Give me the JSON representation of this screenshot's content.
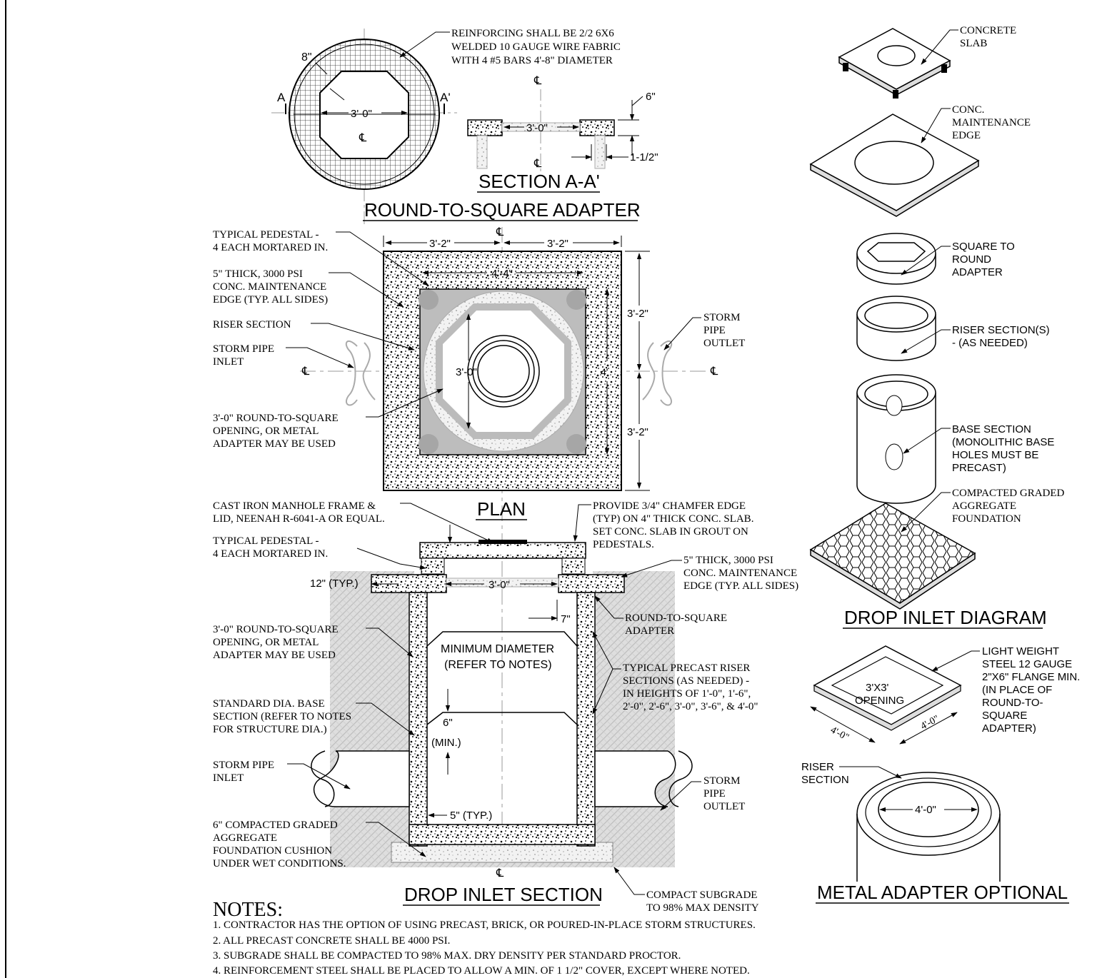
{
  "adapter": {
    "reinforcing": [
      "REINFORCING SHALL BE 2/2 6X6",
      "WELDED 10 GAUGE WIRE FABRIC",
      "WITH 4 #5 BARS 4'-8\" DIAMETER"
    ],
    "dim_8": "8\"",
    "dim_opening": "3'-0\"",
    "section_a": "A",
    "section_a_prime": "A'",
    "cl": "℄",
    "dim_6": "6\"",
    "dim_1_5": "1-1/2\"",
    "section_title": "SECTION A-A'",
    "title": "ROUND-TO-SQUARE ADAPTER"
  },
  "plan": {
    "dim_top_left": "3'-2\"",
    "dim_top_right": "3'-2\"",
    "dim_inner": "4'-4\"",
    "dim_right_upper": "3'-2\"",
    "dim_right_lower": "3'-2\"",
    "dim_center": "3'-0\"",
    "dim_4": "4'",
    "label_pedestal": [
      "TYPICAL PEDESTAL -",
      "4 EACH MORTARED IN."
    ],
    "label_edge": [
      "5\" THICK, 3000 PSI",
      "CONC. MAINTENANCE",
      "EDGE (TYP. ALL SIDES)"
    ],
    "label_riser": "RISER SECTION",
    "label_inlet": [
      "STORM PIPE",
      "INLET"
    ],
    "label_outlet": [
      "STORM",
      "PIPE",
      "OUTLET"
    ],
    "label_opening": [
      "3'-0\" ROUND-TO-SQUARE",
      "OPENING, OR METAL",
      "ADAPTER MAY BE USED"
    ],
    "title": "PLAN"
  },
  "section": {
    "label_frame": [
      "CAST IRON MANHOLE FRAME &",
      "LID, NEENAH R-6041-A OR EQUAL."
    ],
    "label_pedestal": [
      "TYPICAL PEDESTAL -",
      "4 EACH MORTARED IN."
    ],
    "label_chamfer": [
      "PROVIDE 3/4\" CHAMFER EDGE",
      "(TYP) ON 4\" THICK CONC. SLAB.",
      "SET CONC. SLAB IN GROUT ON",
      "PEDESTALS."
    ],
    "label_edge": [
      "5\" THICK, 3000 PSI",
      "CONC. MAINTENANCE",
      "EDGE (TYP. ALL SIDES)"
    ],
    "dim_12": "12\" (TYP.)",
    "dim_opening": "3'-0\"",
    "dim_7": "7\"",
    "label_adapter": [
      "ROUND-TO-SQUARE",
      "ADAPTER"
    ],
    "label_opening": [
      "3'-0\" ROUND-TO-SQUARE",
      "OPENING, OR METAL",
      "ADAPTER MAY BE USED"
    ],
    "label_min_dia": [
      "MINIMUM DIAMETER",
      "(REFER TO NOTES)"
    ],
    "label_risers": [
      "TYPICAL PRECAST RISER",
      "SECTIONS (AS NEEDED) -",
      "IN HEIGHTS OF 1'-0\", 1'-6\",",
      "2'-0\", 2'-6\", 3'-0\", 3'-6\", & 4'-0\""
    ],
    "label_base": [
      "STANDARD DIA. BASE",
      "SECTION (REFER TO NOTES",
      "FOR STRUCTURE DIA.)"
    ],
    "dim_6min": [
      "6\"",
      "(MIN.)"
    ],
    "label_inlet": [
      "STORM PIPE",
      "INLET"
    ],
    "label_outlet": [
      "STORM",
      "PIPE",
      "OUTLET"
    ],
    "dim_5typ": "5\" (TYP.)",
    "label_foundation": [
      "6\" COMPACTED GRADED",
      "AGGREGATE",
      "FOUNDATION CUSHION",
      "UNDER WET CONDITIONS."
    ],
    "label_subgrade": [
      "COMPACT SUBGRADE",
      "TO 98% MAX DENSITY"
    ],
    "title": "DROP INLET SECTION"
  },
  "exploded": {
    "label_slab": [
      "CONCRETE",
      "SLAB"
    ],
    "label_edge": [
      "CONC.",
      "MAINTENANCE",
      "EDGE"
    ],
    "label_adapter": [
      "SQUARE TO",
      "ROUND",
      "ADAPTER"
    ],
    "label_riser": [
      "RISER SECTION(S)",
      "- (AS NEEDED)"
    ],
    "label_base": [
      "BASE SECTION",
      "(MONOLITHIC BASE",
      "HOLES MUST BE",
      "PRECAST)"
    ],
    "label_foundation": [
      "COMPACTED GRADED",
      "AGGREGATE",
      "FOUNDATION"
    ],
    "title": "DROP INLET DIAGRAM"
  },
  "metal": {
    "label_steel": [
      "LIGHT WEIGHT",
      "STEEL 12 GAUGE",
      "2\"X6\" FLANGE MIN.",
      "(IN PLACE OF",
      "ROUND-TO-",
      "SQUARE",
      "ADAPTER)"
    ],
    "label_opening": [
      "3'X3'",
      "OPENING"
    ],
    "dim_left": "4'-0\"",
    "dim_right": "4'-0\"",
    "label_riser": [
      "RISER",
      "SECTION"
    ],
    "dim_ring": "4'-0\"",
    "title": "METAL ADAPTER OPTIONAL"
  },
  "notes": {
    "title": "NOTES:",
    "items": [
      "1.  CONTRACTOR HAS THE OPTION OF USING PRECAST, BRICK, OR POURED-IN-PLACE STORM STRUCTURES.",
      "2.  ALL PRECAST CONCRETE SHALL BE 4000 PSI.",
      "3.  SUBGRADE SHALL BE COMPACTED TO 98% MAX. DRY DENSITY PER STANDARD PROCTOR.",
      "4.  REINFORCEMENT STEEL SHALL BE PLACED TO ALLOW A MIN. OF 1 1/2\" COVER, EXCEPT WHERE NOTED."
    ]
  }
}
